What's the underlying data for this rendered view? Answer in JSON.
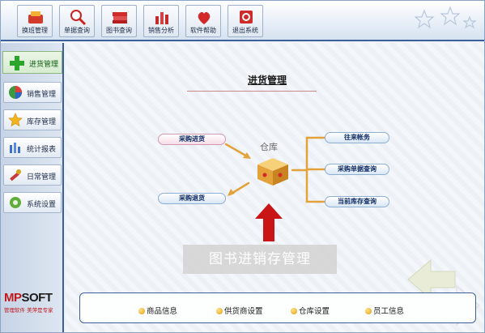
{
  "toolbar": {
    "buttons": [
      {
        "label": "换班管理",
        "icon": "shift-icon"
      },
      {
        "label": "单据查询",
        "icon": "search-icon"
      },
      {
        "label": "图书查询",
        "icon": "books-icon"
      },
      {
        "label": "销售分析",
        "icon": "bar-chart-icon"
      },
      {
        "label": "软件帮助",
        "icon": "help-icon"
      },
      {
        "label": "退出系统",
        "icon": "exit-icon"
      }
    ]
  },
  "sidebar": {
    "active": {
      "label": "进货管理",
      "icon": "plus-icon"
    },
    "items": [
      {
        "label": "销售管理",
        "icon": "globe-icon"
      },
      {
        "label": "库存管理",
        "icon": "star-icon"
      },
      {
        "label": "统计报表",
        "icon": "stats-icon"
      },
      {
        "label": "日常管理",
        "icon": "tools-icon"
      },
      {
        "label": "系统设置",
        "icon": "settings-icon"
      }
    ],
    "brand": {
      "logo_mp": "MP",
      "logo_rest": "SOFT",
      "slogan": "管理软件 美萍是专家"
    }
  },
  "main": {
    "title": "进货管理",
    "warehouse": "仓库",
    "flow": {
      "purchase_in": "采购进货",
      "purchase_return": "采购退货",
      "accounts": "往来帐务",
      "purchase_query": "采购单据查询",
      "stock_query": "当前库存查询"
    },
    "caption": "图书进销存管理",
    "bottom_links": [
      "商品信息",
      "供货商设置",
      "仓库设置",
      "员工信息"
    ]
  },
  "colors": {
    "accent": "#3b5f98",
    "orange": "#e3a23a",
    "red_arrow": "#c91515"
  }
}
